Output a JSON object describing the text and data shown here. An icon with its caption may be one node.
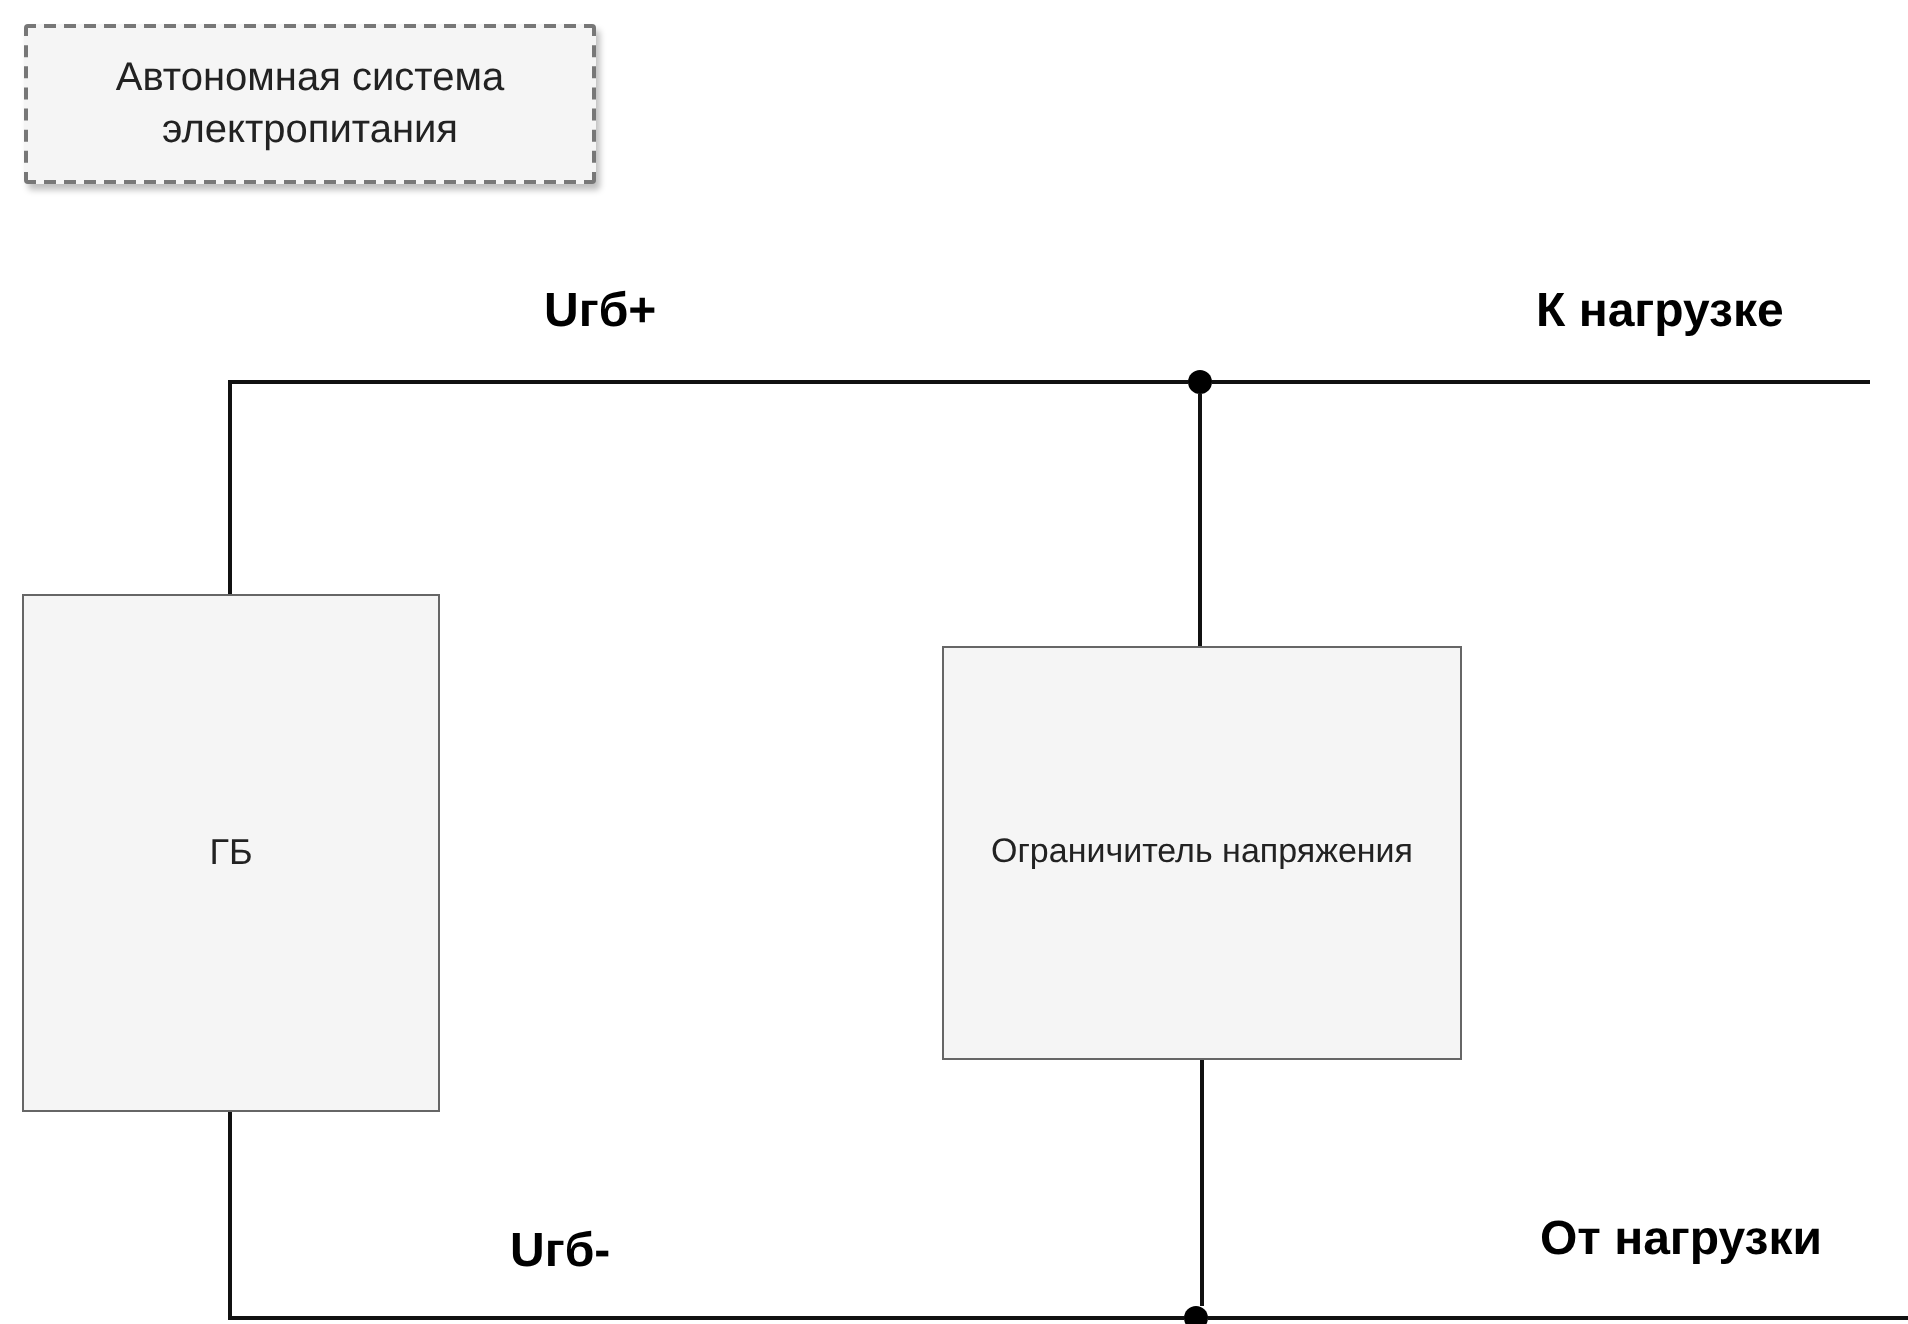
{
  "diagram": {
    "nodes": [
      {
        "text": [
          "Автономная система электропитания"
        ]
      },
      {
        "text": [
          "ГБ"
        ]
      },
      {
        "text": [
          "Ограничитель напряжения"
        ]
      },
      {
        "text": [],
        "shape": "circle"
      },
      {
        "text": [],
        "shape": "circle"
      }
    ],
    "edges": [
      {
        "from": 1,
        "to": 3,
        "arrow": "none"
      },
      {
        "from": 3,
        "to": 2,
        "arrow": "none"
      },
      {
        "from": 3,
        "to": null,
        "arrow": "none"
      },
      {
        "from": 1,
        "to": 4,
        "arrow": "none"
      },
      {
        "from": 2,
        "to": 4,
        "arrow": "none"
      },
      {
        "from": 4,
        "to": null,
        "arrow": "none"
      }
    ],
    "labels": [
      "Uгб+",
      "К нагрузке",
      "Uгб-",
      "От нагрузки"
    ]
  }
}
